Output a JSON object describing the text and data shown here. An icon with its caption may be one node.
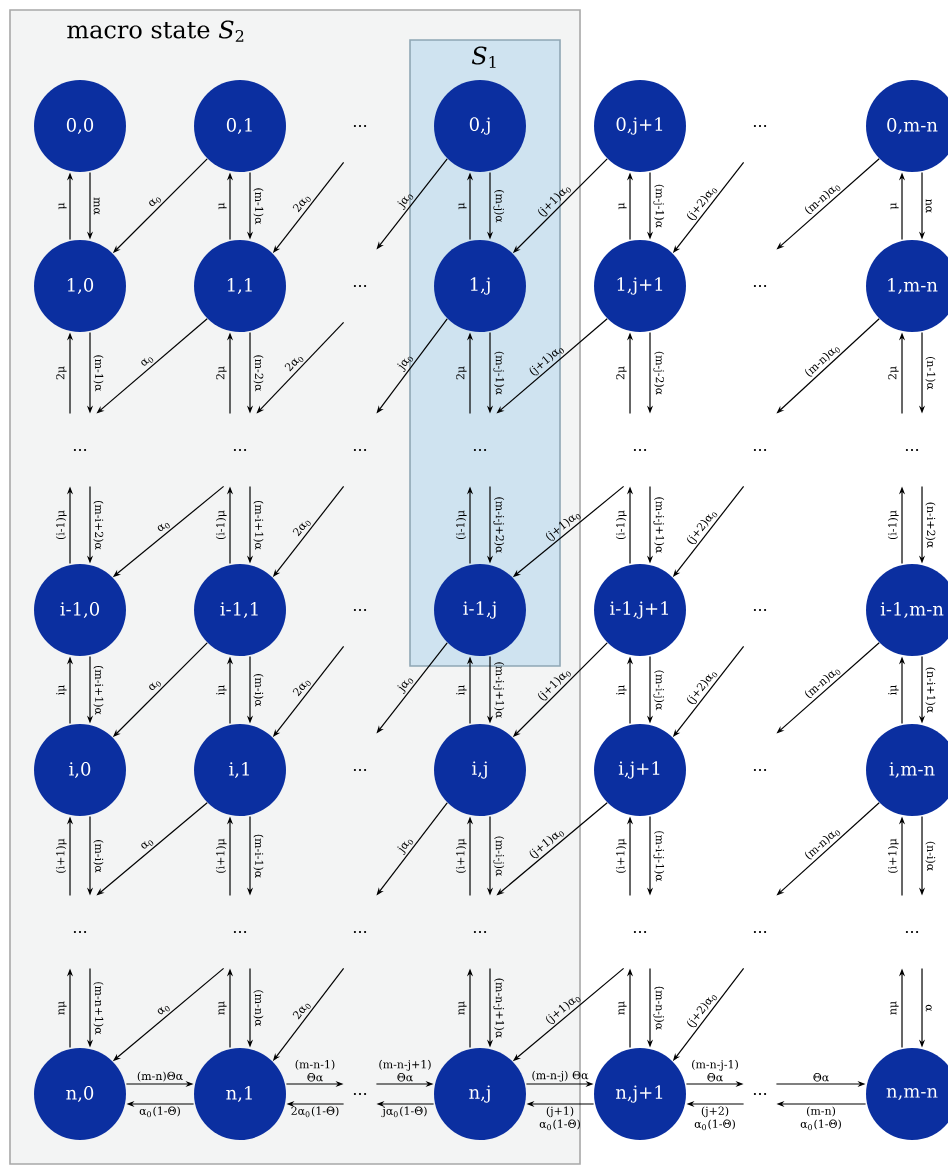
{
  "diagram": {
    "nodes": [
      {
        "text": [
          "macro state *S*$_{2}$"
        ]
      },
      {
        "text": [
          "*S*$_{1}$"
        ],
        "in": 0
      },
      {
        "text": [
          "0,0"
        ],
        "in": 0
      },
      {
        "text": [
          "0,1"
        ],
        "in": 0
      },
      {
        "text": [
          "..."
        ],
        "in": 0
      },
      {
        "text": [
          "0,j"
        ],
        "in": 1
      },
      {
        "text": [
          "0,j+1"
        ]
      },
      {
        "text": [
          "..."
        ]
      },
      {
        "text": [
          "0,m-n"
        ]
      },
      {
        "text": [
          "1,0"
        ],
        "in": 0
      },
      {
        "text": [
          "1,1"
        ],
        "in": 0
      },
      {
        "text": [
          "..."
        ],
        "in": 0
      },
      {
        "text": [
          "1,j"
        ],
        "in": 1
      },
      {
        "text": [
          "1,j+1"
        ]
      },
      {
        "text": [
          "..."
        ]
      },
      {
        "text": [
          "1,m-n"
        ]
      },
      {
        "text": [
          "..."
        ],
        "in": 0
      },
      {
        "text": [
          "..."
        ],
        "in": 0
      },
      {
        "text": [
          "..."
        ],
        "in": 0
      },
      {
        "text": [
          "..."
        ],
        "in": 1
      },
      {
        "text": [
          "..."
        ]
      },
      {
        "text": [
          "..."
        ]
      },
      {
        "text": [
          "..."
        ]
      },
      {
        "text": [
          "i-1,0"
        ],
        "in": 0
      },
      {
        "text": [
          "i-1,1"
        ],
        "in": 0
      },
      {
        "text": [
          "..."
        ],
        "in": 0
      },
      {
        "text": [
          "i-1,j"
        ],
        "in": 1
      },
      {
        "text": [
          "i-1,j+1"
        ]
      },
      {
        "text": [
          "..."
        ]
      },
      {
        "text": [
          "i-1,m-n"
        ]
      },
      {
        "text": [
          "i,0"
        ],
        "in": 0
      },
      {
        "text": [
          "i,1"
        ],
        "in": 0
      },
      {
        "text": [
          "..."
        ],
        "in": 0
      },
      {
        "text": [
          "i,j"
        ],
        "in": 0
      },
      {
        "text": [
          "i,j+1"
        ]
      },
      {
        "text": [
          "..."
        ]
      },
      {
        "text": [
          "i,m-n"
        ]
      },
      {
        "text": [
          "..."
        ],
        "in": 0
      },
      {
        "text": [
          "..."
        ],
        "in": 0
      },
      {
        "text": [
          "..."
        ],
        "in": 0
      },
      {
        "text": [
          "..."
        ],
        "in": 0
      },
      {
        "text": [
          "..."
        ]
      },
      {
        "text": [
          "..."
        ]
      },
      {
        "text": [
          "..."
        ]
      },
      {
        "text": [
          "n,0"
        ],
        "in": 0
      },
      {
        "text": [
          "n,1"
        ],
        "in": 0
      },
      {
        "text": [
          "..."
        ],
        "in": 0
      },
      {
        "text": [
          "n,j"
        ],
        "in": 0
      },
      {
        "text": [
          "n,j+1"
        ]
      },
      {
        "text": [
          "..."
        ]
      },
      {
        "text": [
          "n,m-n"
        ]
      }
    ],
    "edges": [
      {
        "from": 9,
        "to": 2,
        "arrow": "to",
        "label": "μ"
      },
      {
        "from": 2,
        "to": 9,
        "arrow": "to",
        "label": "mα"
      },
      {
        "from": 16,
        "to": 9,
        "arrow": "to",
        "label": "2μ"
      },
      {
        "from": 9,
        "to": 16,
        "arrow": "to",
        "label": "(m-1)α"
      },
      {
        "from": 23,
        "to": 16,
        "arrow": "to",
        "label": "(i-1)μ"
      },
      {
        "from": 16,
        "to": 23,
        "arrow": "to",
        "label": "(m-i+2)α"
      },
      {
        "from": 30,
        "to": 23,
        "arrow": "to",
        "label": "iμ"
      },
      {
        "from": 23,
        "to": 30,
        "arrow": "to",
        "label": "(m-i+1)α"
      },
      {
        "from": 37,
        "to": 30,
        "arrow": "to",
        "label": "(i+1)μ"
      },
      {
        "from": 30,
        "to": 37,
        "arrow": "to",
        "label": "(m-i)α"
      },
      {
        "from": 44,
        "to": 37,
        "arrow": "to",
        "label": "nμ"
      },
      {
        "from": 37,
        "to": 44,
        "arrow": "to",
        "label": "(m-n+1)α"
      },
      {
        "from": 10,
        "to": 3,
        "arrow": "to",
        "label": "μ"
      },
      {
        "from": 3,
        "to": 10,
        "arrow": "to",
        "label": "(m-1)α"
      },
      {
        "from": 17,
        "to": 10,
        "arrow": "to",
        "label": "2μ"
      },
      {
        "from": 10,
        "to": 17,
        "arrow": "to",
        "label": "(m-2)α"
      },
      {
        "from": 24,
        "to": 17,
        "arrow": "to",
        "label": "(i-1)μ"
      },
      {
        "from": 17,
        "to": 24,
        "arrow": "to",
        "label": "(m-i+1)α"
      },
      {
        "from": 31,
        "to": 24,
        "arrow": "to",
        "label": "iμ"
      },
      {
        "from": 24,
        "to": 31,
        "arrow": "to",
        "label": "(m-i)α"
      },
      {
        "from": 38,
        "to": 31,
        "arrow": "to",
        "label": "(i+1)μ"
      },
      {
        "from": 31,
        "to": 38,
        "arrow": "to",
        "label": "(m-i-1)α"
      },
      {
        "from": 45,
        "to": 38,
        "arrow": "to",
        "label": "nμ"
      },
      {
        "from": 38,
        "to": 45,
        "arrow": "to",
        "label": "(m-n)α"
      },
      {
        "from": 12,
        "to": 5,
        "arrow": "to",
        "label": "μ"
      },
      {
        "from": 5,
        "to": 12,
        "arrow": "to",
        "label": "(m-j)α"
      },
      {
        "from": 19,
        "to": 12,
        "arrow": "to",
        "label": "2μ"
      },
      {
        "from": 12,
        "to": 19,
        "arrow": "to",
        "label": "(m-j-1)α"
      },
      {
        "from": 26,
        "to": 19,
        "arrow": "to",
        "label": "(i-1)μ"
      },
      {
        "from": 19,
        "to": 26,
        "arrow": "to",
        "label": "(m-i-j+2)α"
      },
      {
        "from": 33,
        "to": 26,
        "arrow": "to",
        "label": "iμ"
      },
      {
        "from": 26,
        "to": 33,
        "arrow": "to",
        "label": "(m-i-j+1)α"
      },
      {
        "from": 40,
        "to": 33,
        "arrow": "to",
        "label": "(i+1)μ"
      },
      {
        "from": 33,
        "to": 40,
        "arrow": "to",
        "label": "(m-i-j)α"
      },
      {
        "from": 47,
        "to": 40,
        "arrow": "to",
        "label": "nμ"
      },
      {
        "from": 40,
        "to": 47,
        "arrow": "to",
        "label": "(m-n-j+1)α"
      },
      {
        "from": 13,
        "to": 6,
        "arrow": "to",
        "label": "μ"
      },
      {
        "from": 6,
        "to": 13,
        "arrow": "to",
        "label": "(m-j-1)α"
      },
      {
        "from": 20,
        "to": 13,
        "arrow": "to",
        "label": "2μ"
      },
      {
        "from": 13,
        "to": 20,
        "arrow": "to",
        "label": "(m-j-2)α"
      },
      {
        "from": 27,
        "to": 20,
        "arrow": "to",
        "label": "(i-1)μ"
      },
      {
        "from": 20,
        "to": 27,
        "arrow": "to",
        "label": "(m-i-j+1)α"
      },
      {
        "from": 34,
        "to": 27,
        "arrow": "to",
        "label": "iμ"
      },
      {
        "from": 27,
        "to": 34,
        "arrow": "to",
        "label": "(m-i-j)α"
      },
      {
        "from": 41,
        "to": 34,
        "arrow": "to",
        "label": "(i+1)μ"
      },
      {
        "from": 34,
        "to": 41,
        "arrow": "to",
        "label": "(m-i-j-1)α"
      },
      {
        "from": 48,
        "to": 41,
        "arrow": "to",
        "label": "nμ"
      },
      {
        "from": 41,
        "to": 48,
        "arrow": "to",
        "label": "(m-n-j)α"
      },
      {
        "from": 15,
        "to": 8,
        "arrow": "to",
        "label": "μ"
      },
      {
        "from": 8,
        "to": 15,
        "arrow": "to",
        "label": "nα"
      },
      {
        "from": 22,
        "to": 15,
        "arrow": "to",
        "label": "2μ"
      },
      {
        "from": 15,
        "to": 22,
        "arrow": "to",
        "label": "(n-1)α"
      },
      {
        "from": 29,
        "to": 22,
        "arrow": "to",
        "label": "(i-1)μ"
      },
      {
        "from": 22,
        "to": 29,
        "arrow": "to",
        "label": "(n-i+2)α"
      },
      {
        "from": 36,
        "to": 29,
        "arrow": "to",
        "label": "iμ"
      },
      {
        "from": 29,
        "to": 36,
        "arrow": "to",
        "label": "(n-i+1)α"
      },
      {
        "from": 43,
        "to": 36,
        "arrow": "to",
        "label": "(i+1)μ"
      },
      {
        "from": 36,
        "to": 43,
        "arrow": "to",
        "label": "(n-i)α"
      },
      {
        "from": 50,
        "to": 43,
        "arrow": "to",
        "label": "nμ"
      },
      {
        "from": 43,
        "to": 50,
        "arrow": "to",
        "label": "α"
      },
      {
        "from": 3,
        "to": 9,
        "arrow": "to",
        "label": "α$_{0}$"
      },
      {
        "from": 4,
        "to": 10,
        "arrow": "to",
        "label": "2α$_{0}$"
      },
      {
        "from": 5,
        "to": 11,
        "arrow": "to",
        "label": "jα$_{0}$"
      },
      {
        "from": 6,
        "to": 12,
        "arrow": "to",
        "label": "(j+1)α$_{0}$"
      },
      {
        "from": 7,
        "to": 13,
        "arrow": "to",
        "label": "(j+2)α$_{0}$"
      },
      {
        "from": 8,
        "to": 14,
        "arrow": "to",
        "label": "(m-n)α$_{0}$"
      },
      {
        "from": 10,
        "to": 16,
        "arrow": "to",
        "label": "α$_{0}$"
      },
      {
        "from": 11,
        "to": 17,
        "arrow": "to",
        "label": "2α$_{0}$"
      },
      {
        "from": 12,
        "to": 18,
        "arrow": "to",
        "label": "jα$_{0}$"
      },
      {
        "from": 13,
        "to": 19,
        "arrow": "to",
        "label": "(j+1)α$_{0}$"
      },
      {
        "from": 15,
        "to": 21,
        "arrow": "to",
        "label": "(m-n)α$_{0}$"
      },
      {
        "from": 17,
        "to": 23,
        "arrow": "to",
        "label": "α$_{0}$"
      },
      {
        "from": 18,
        "to": 24,
        "arrow": "to",
        "label": "2α$_{0}$"
      },
      {
        "from": 20,
        "to": 26,
        "arrow": "to",
        "label": "(j+1)α$_{0}$"
      },
      {
        "from": 21,
        "to": 27,
        "arrow": "to",
        "label": "(j+2)α$_{0}$"
      },
      {
        "from": 24,
        "to": 30,
        "arrow": "to",
        "label": "α$_{0}$"
      },
      {
        "from": 25,
        "to": 31,
        "arrow": "to",
        "label": "2α$_{0}$"
      },
      {
        "from": 26,
        "to": 32,
        "arrow": "to",
        "label": "jα$_{0}$"
      },
      {
        "from": 27,
        "to": 33,
        "arrow": "to",
        "label": "(j+1)α$_{0}$"
      },
      {
        "from": 28,
        "to": 34,
        "arrow": "to",
        "label": "(j+2)α$_{0}$"
      },
      {
        "from": 29,
        "to": 35,
        "arrow": "to",
        "label": "(m-n)α$_{0}$"
      },
      {
        "from": 31,
        "to": 37,
        "arrow": "to",
        "label": "α$_{0}$"
      },
      {
        "from": 33,
        "to": 39,
        "arrow": "to",
        "label": "jα$_{0}$"
      },
      {
        "from": 34,
        "to": 40,
        "arrow": "to",
        "label": "(j+1)α$_{0}$"
      },
      {
        "from": 36,
        "to": 42,
        "arrow": "to",
        "label": "(m-n)α$_{0}$"
      },
      {
        "from": 38,
        "to": 44,
        "arrow": "to",
        "label": "α$_{0}$"
      },
      {
        "from": 39,
        "to": 45,
        "arrow": "to",
        "label": "2α$_{0}$"
      },
      {
        "from": 41,
        "to": 47,
        "arrow": "to",
        "label": "(j+1)α$_{0}$"
      },
      {
        "from": 42,
        "to": 48,
        "arrow": "to",
        "label": "(j+2)α$_{0}$"
      },
      {
        "from": 44,
        "to": 45,
        "arrow": "to",
        "label": "(m-n)Θα"
      },
      {
        "from": 45,
        "to": 44,
        "arrow": "to",
        "label": "α$_{0}$(1-Θ)"
      },
      {
        "from": 45,
        "to": 46,
        "arrow": "to",
        "label": "(m-n-1) Θα"
      },
      {
        "from": 46,
        "to": 45,
        "arrow": "to",
        "label": "2α$_{0}$(1-Θ)"
      },
      {
        "from": 46,
        "to": 47,
        "arrow": "to",
        "label": "(m-n-j+1) Θα"
      },
      {
        "from": 47,
        "to": 46,
        "arrow": "to",
        "label": "jα$_{0}$(1-Θ)"
      },
      {
        "from": 47,
        "to": 48,
        "arrow": "to",
        "label": "(m-n-j) Θα"
      },
      {
        "from": 48,
        "to": 47,
        "arrow": "to",
        "label": "(j+1) α$_{0}$(1-Θ)"
      },
      {
        "from": 48,
        "to": 49,
        "arrow": "to",
        "label": "(m-n-j-1) Θα"
      },
      {
        "from": 49,
        "to": 48,
        "arrow": "to",
        "label": "(j+2) α$_{0}$(1-Θ)"
      },
      {
        "from": 49,
        "to": 50,
        "arrow": "to",
        "label": "Θα"
      },
      {
        "from": 50,
        "to": 49,
        "arrow": "to",
        "label": "(m-n) α$_{0}$(1-Θ)"
      }
    ]
  }
}
